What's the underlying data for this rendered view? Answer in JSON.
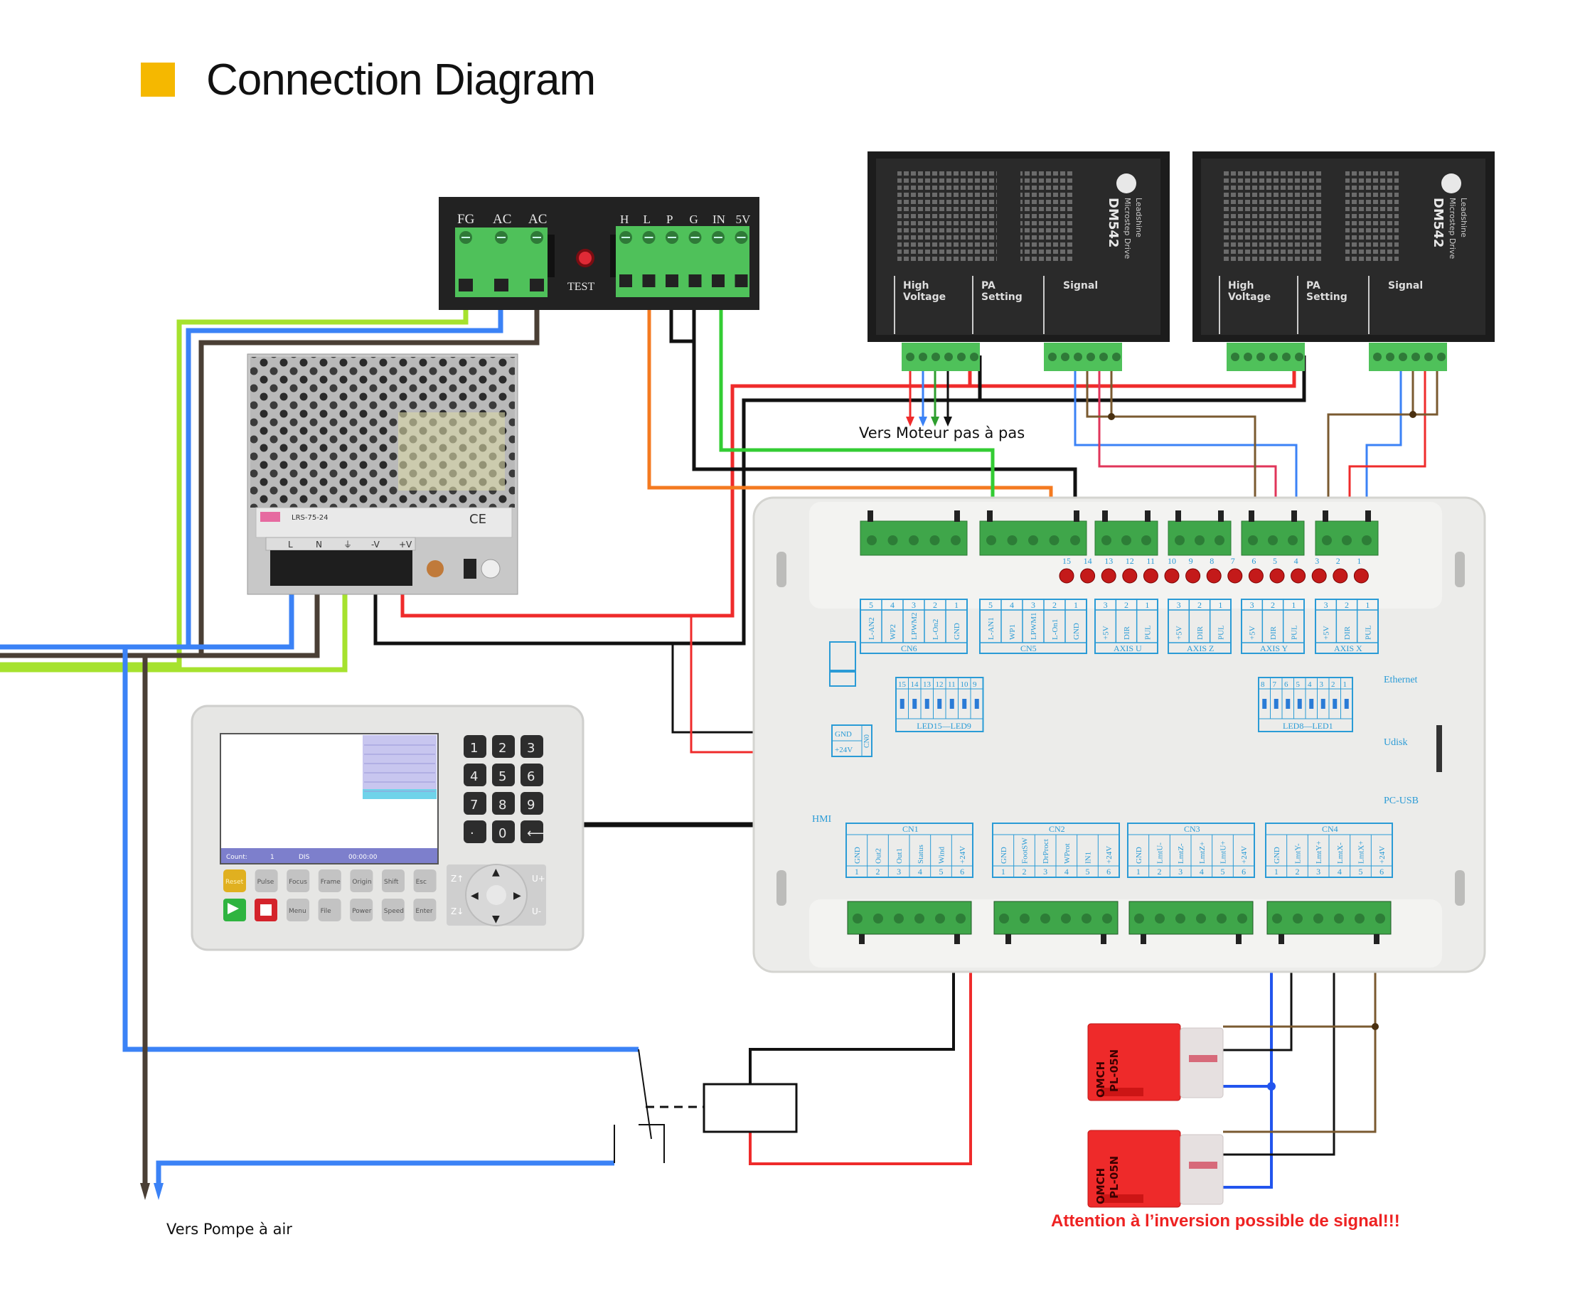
{
  "title": "Connection Diagram",
  "colors": {
    "title_marker": "#f5b800",
    "wire_yellowgreen": "#a6e22e",
    "wire_blue": "#3b82f6",
    "wire_brown": "#4a3f35",
    "wire_red": "#ef2b2b",
    "wire_black": "#111111",
    "wire_green": "#33cc33",
    "wire_orange": "#f47a20",
    "wire_tan": "#7a5a30",
    "terminal_green": "#4fc15a",
    "label_blue": "#2a9bd6",
    "sensor_red": "#ee2a2a",
    "warning_red": "#ee2222"
  },
  "laser_psu": {
    "left_terminals": [
      "FG",
      "AC",
      "AC"
    ],
    "test_label": "TEST",
    "right_terminals": [
      "H",
      "L",
      "P",
      "G",
      "IN",
      "5V"
    ]
  },
  "drivers": [
    {
      "model": "DM542",
      "subtitle": "Microstep Drive",
      "brand": "Leadshine",
      "sections": [
        "High Voltage",
        "PA Setting",
        "Signal"
      ]
    },
    {
      "model": "DM542",
      "subtitle": "Microstep Drive",
      "brand": "Leadshine",
      "sections": [
        "High Voltage",
        "PA Setting",
        "Signal"
      ]
    }
  ],
  "power_supply_24v": {
    "model": "LRS-75-24",
    "terminals": [
      "L",
      "N",
      "⏚",
      "-V",
      "+V"
    ]
  },
  "controller": {
    "top_leds": [
      "15",
      "14",
      "13",
      "12",
      "11",
      "10",
      "9",
      "8",
      "7",
      "6",
      "5",
      "4",
      "3",
      "2",
      "1"
    ],
    "top_groups": [
      {
        "name": "CN6",
        "pins": [
          {
            "n": "5",
            "s": "L-AN2"
          },
          {
            "n": "4",
            "s": "WP2"
          },
          {
            "n": "3",
            "s": "LPWM2"
          },
          {
            "n": "2",
            "s": "L-On2"
          },
          {
            "n": "1",
            "s": "GND"
          }
        ]
      },
      {
        "name": "CN5",
        "pins": [
          {
            "n": "5",
            "s": "L-AN1"
          },
          {
            "n": "4",
            "s": "WP1"
          },
          {
            "n": "3",
            "s": "LPWM1"
          },
          {
            "n": "2",
            "s": "L-On1"
          },
          {
            "n": "1",
            "s": "GND"
          }
        ]
      },
      {
        "name": "AXIS U",
        "pins": [
          {
            "n": "3",
            "s": "+5V"
          },
          {
            "n": "2",
            "s": "DIR"
          },
          {
            "n": "1",
            "s": "PUL"
          }
        ]
      },
      {
        "name": "AXIS Z",
        "pins": [
          {
            "n": "3",
            "s": "+5V"
          },
          {
            "n": "2",
            "s": "DIR"
          },
          {
            "n": "1",
            "s": "PUL"
          }
        ]
      },
      {
        "name": "AXIS Y",
        "pins": [
          {
            "n": "3",
            "s": "+5V"
          },
          {
            "n": "2",
            "s": "DIR"
          },
          {
            "n": "1",
            "s": "PUL"
          }
        ]
      },
      {
        "name": "AXIS X",
        "pins": [
          {
            "n": "3",
            "s": "+5V"
          },
          {
            "n": "2",
            "s": "DIR"
          },
          {
            "n": "1",
            "s": "PUL"
          }
        ]
      }
    ],
    "led_block_left": {
      "name": "LED15—LED9",
      "cols": [
        "15",
        "14",
        "13",
        "12",
        "11",
        "10",
        "9"
      ]
    },
    "led_block_right": {
      "name": "LED8—LED1",
      "cols": [
        "8",
        "7",
        "6",
        "5",
        "4",
        "3",
        "2",
        "1"
      ]
    },
    "power_input": {
      "pins": [
        "GND",
        "+24V"
      ],
      "label": "CN0"
    },
    "side_ports": [
      "Ethernet",
      "Udisk",
      "PC-USB"
    ],
    "hmi_label": "HMI",
    "bottom_groups": [
      {
        "name": "CN1",
        "pins": [
          {
            "n": "1",
            "s": "GND"
          },
          {
            "n": "2",
            "s": "Out2"
          },
          {
            "n": "3",
            "s": "Out1"
          },
          {
            "n": "4",
            "s": "Status"
          },
          {
            "n": "5",
            "s": "Wind"
          },
          {
            "n": "6",
            "s": "+24V"
          }
        ]
      },
      {
        "name": "CN2",
        "pins": [
          {
            "n": "1",
            "s": "GND"
          },
          {
            "n": "2",
            "s": "FootSW"
          },
          {
            "n": "3",
            "s": "DrProct"
          },
          {
            "n": "4",
            "s": "WProt"
          },
          {
            "n": "5",
            "s": "IN1"
          },
          {
            "n": "6",
            "s": "+24V"
          }
        ]
      },
      {
        "name": "CN3",
        "pins": [
          {
            "n": "1",
            "s": "GND"
          },
          {
            "n": "2",
            "s": "LmtU-"
          },
          {
            "n": "3",
            "s": "LmtZ-"
          },
          {
            "n": "4",
            "s": "LmtZ+"
          },
          {
            "n": "5",
            "s": "LmtU+"
          },
          {
            "n": "6",
            "s": "+24V"
          }
        ]
      },
      {
        "name": "CN4",
        "pins": [
          {
            "n": "1",
            "s": "GND"
          },
          {
            "n": "2",
            "s": "LmtY-"
          },
          {
            "n": "3",
            "s": "LmtY+"
          },
          {
            "n": "4",
            "s": "LmtX-"
          },
          {
            "n": "5",
            "s": "LmtX+"
          },
          {
            "n": "6",
            "s": "+24V"
          }
        ]
      }
    ]
  },
  "hmi_panel": {
    "status_bar": [
      "Count:",
      "1",
      "DIS",
      "00:00:00"
    ],
    "func_keys_row1": [
      "Reset",
      "Pulse",
      "Focus",
      "Frame",
      "Origin",
      "Shift",
      "Esc"
    ],
    "func_keys_row2": [
      "Menu",
      "File",
      "Power",
      "Speed",
      "Enter"
    ],
    "keypad": [
      "1",
      "2",
      "3",
      "4",
      "5",
      "6",
      "7",
      "8",
      "9",
      "·",
      "0",
      "⟵"
    ],
    "axis_keys": [
      "Z↑",
      "Z↓",
      "U+",
      "U-"
    ],
    "arrow_keys": [
      "▲",
      "▼",
      "◀",
      "▶"
    ]
  },
  "sensors": [
    {
      "brand": "OMCH",
      "model": "PL-05N"
    },
    {
      "brand": "OMCH",
      "model": "PL-05N"
    }
  ],
  "annotations": {
    "stepper_motor": "Vers Moteur pas à  pas",
    "air_pump": "Vers Pompe à air",
    "warning": "Attention à l’inversion possible de signal!!!"
  }
}
